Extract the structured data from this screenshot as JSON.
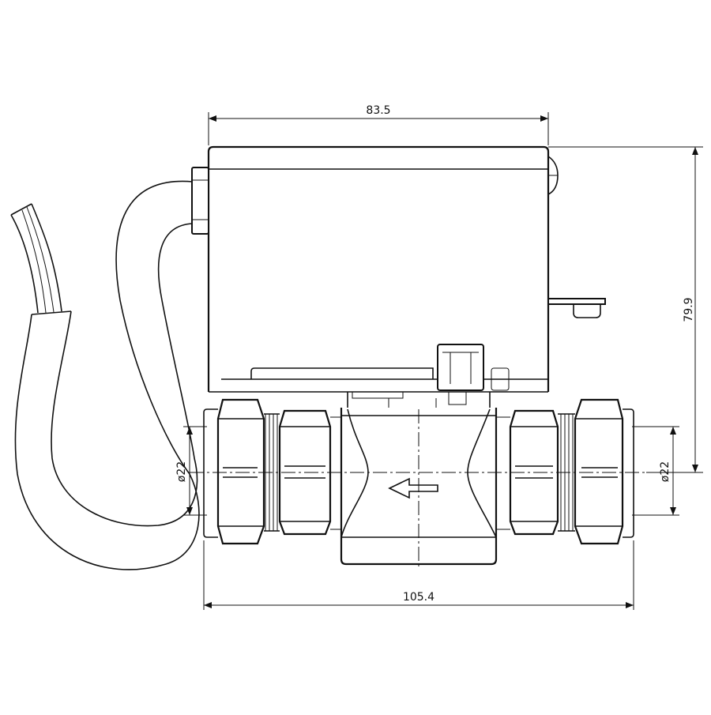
{
  "drawing": {
    "dimensions": {
      "actuator_width": "83.5",
      "overall_height": "79.9",
      "overall_length": "105.4",
      "left_pipe_diameter": "ø22",
      "right_pipe_diameter": "ø22"
    },
    "flow_direction": "arrow-left-icon"
  }
}
